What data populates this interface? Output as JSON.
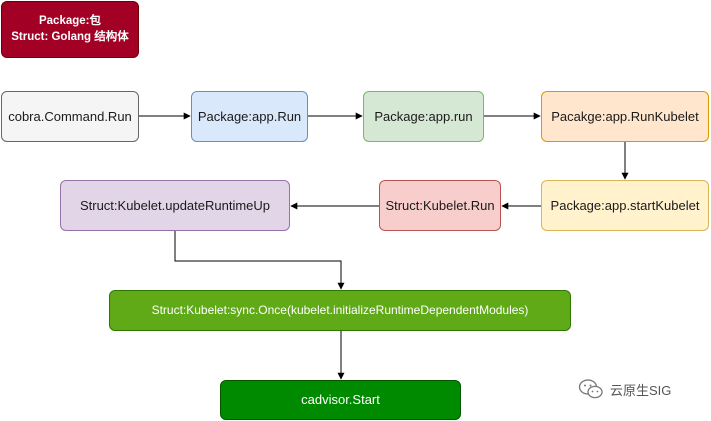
{
  "legend": {
    "line1": "Package:包",
    "line2": "Struct: Golang 结构体"
  },
  "nodes": {
    "cobra": "cobra.Command.Run",
    "app_run": "Package:app.Run",
    "app_run_lower": "Package:app.run",
    "run_kubelet": "Pacakge:app.RunKubelet",
    "start_kubelet": "Package:app.startKubelet",
    "kubelet_run": "Struct:Kubelet.Run",
    "update_runtime": "Struct:Kubelet.updateRuntimeUp",
    "sync_once": "Struct:Kubelet:sync.Once(kubelet.initializeRuntimeDependentModules)",
    "cadvisor": "cadvisor.Start"
  },
  "watermark": {
    "text": "云原生SIG",
    "icon": "wechat-icon"
  },
  "colors": {
    "legend": "#a20025",
    "cobra": "#f5f5f5",
    "app_run": "#dae8fc",
    "app_run_lower": "#d5e8d4",
    "run_kubelet": "#ffe6cc",
    "start_kubelet": "#fff2cc",
    "kubelet_run": "#f8cecc",
    "update_runtime": "#e1d5e7",
    "sync_once": "#60a917",
    "cadvisor": "#008a00"
  }
}
